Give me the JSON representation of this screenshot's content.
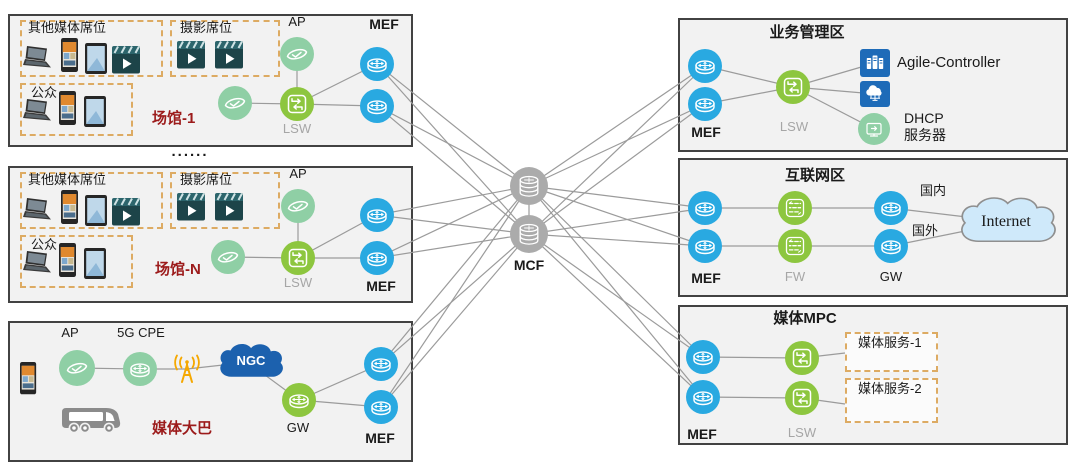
{
  "colors": {
    "node_blue": "#29a9e1",
    "node_green": "#8dc63f",
    "node_light_green": "#8fcfa5",
    "core_gray": "#ababab",
    "ngc_blue": "#1c61ae",
    "agile_blue": "#1e6bb8",
    "internet_cloud_fill": "#cfe9fa",
    "zone_label_red": "#9c1b1b",
    "dashed_border_orange": "#ddab63",
    "line_gray": "#9b9b9b"
  },
  "venue1": {
    "name": "场馆-1",
    "other_media_label": "其他媒体席位",
    "photo_label": "摄影席位",
    "public_label": "公众",
    "ap_label": "AP",
    "lsw_label": "LSW",
    "mef_label": "MEF"
  },
  "ellipsis": "......",
  "venueN": {
    "name": "场馆-N",
    "other_media_label": "其他媒体席位",
    "photo_label": "摄影席位",
    "public_label": "公众",
    "ap_label": "AP",
    "lsw_label": "LSW",
    "mef_label": "MEF"
  },
  "bus": {
    "name": "媒体大巴",
    "ap_label": "AP",
    "cpe_label": "5G CPE",
    "ngc_label": "NGC",
    "gw_label": "GW",
    "mef_label": "MEF"
  },
  "core": {
    "label": "MCF"
  },
  "mgmt": {
    "title": "业务管理区",
    "mef_label": "MEF",
    "lsw_label": "LSW",
    "agile_label": "Agile-Controller",
    "dhcp_label_line1": "DHCP",
    "dhcp_label_line2": "服务器"
  },
  "internet_zone": {
    "title": "互联网区",
    "mef_label": "MEF",
    "fw_label": "FW",
    "gw_label": "GW",
    "domestic_label": "国内",
    "abroad_label": "国外",
    "cloud_label": "Internet"
  },
  "mpc": {
    "title": "媒体MPC",
    "mef_label": "MEF",
    "lsw_label": "LSW",
    "service1_label": "媒体服务-1",
    "service2_label": "媒体服务-2"
  }
}
